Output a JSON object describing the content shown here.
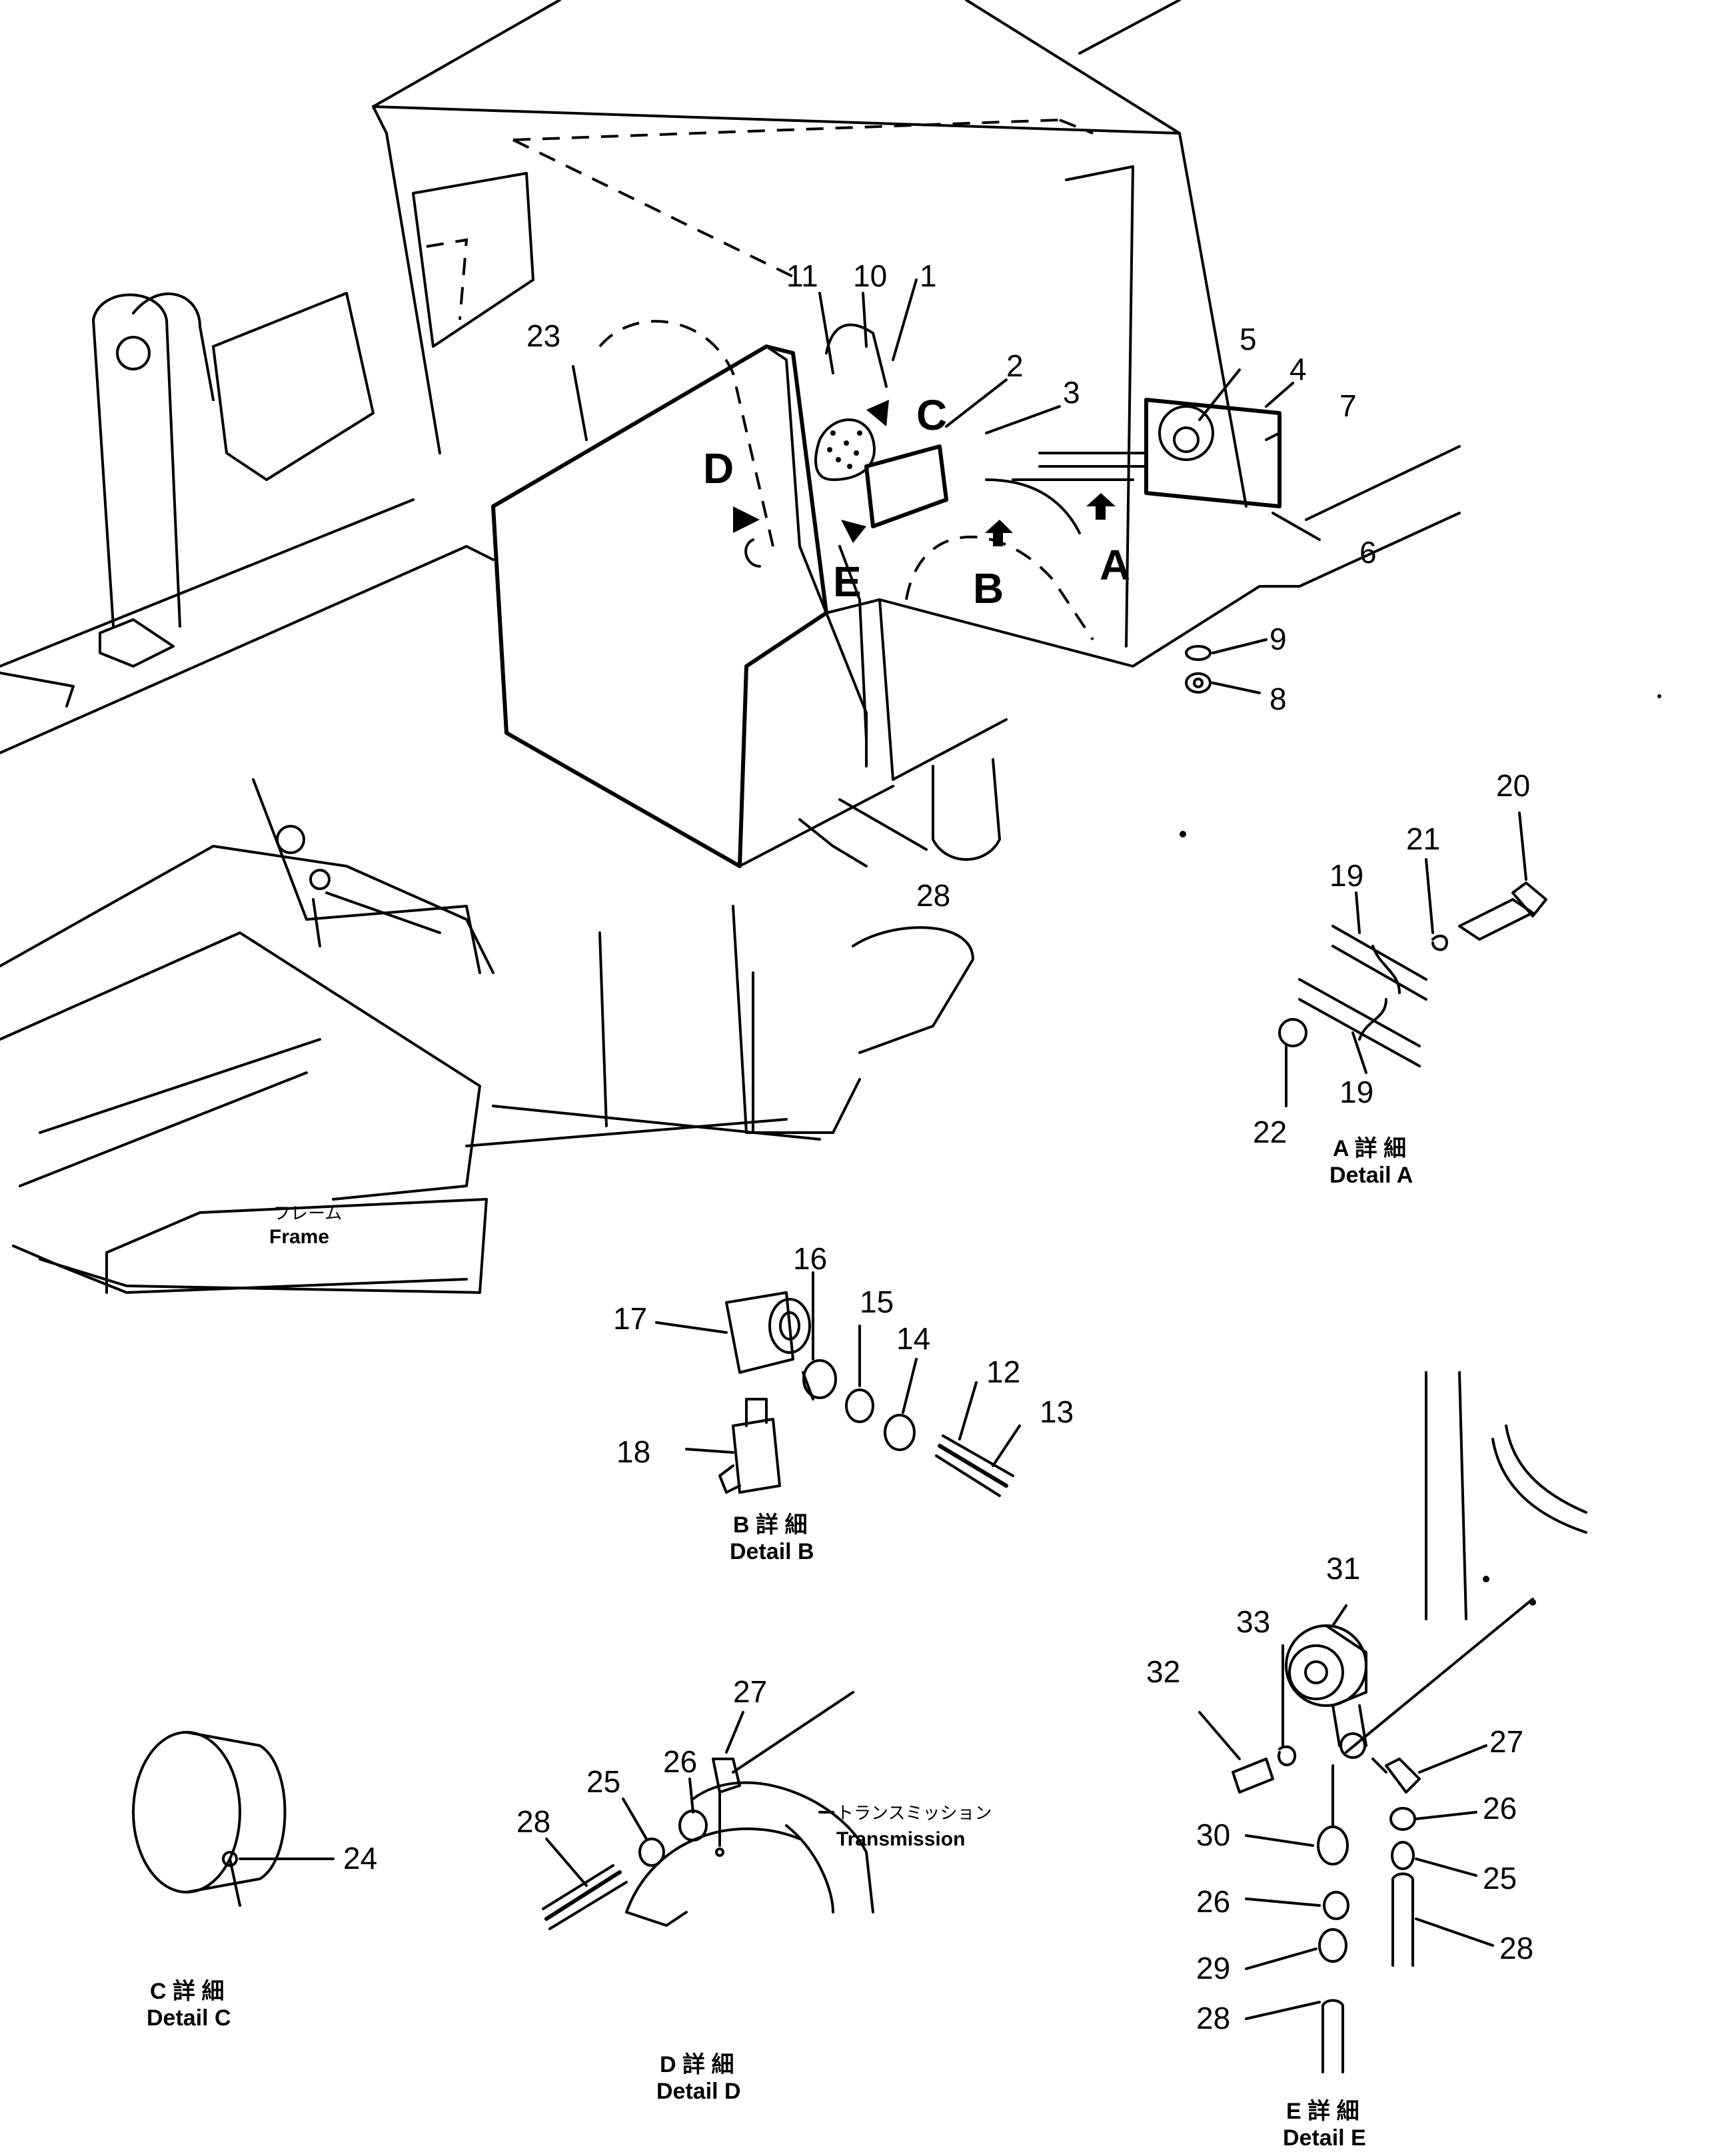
{
  "callouts": {
    "c1": "1",
    "c2": "2",
    "c3": "3",
    "c4": "4",
    "c5": "5",
    "c6": "6",
    "c7": "7",
    "c8": "8",
    "c9": "9",
    "c10": "10",
    "c11": "11",
    "c12": "12",
    "c13": "13",
    "c14": "14",
    "c15": "15",
    "c16": "16",
    "c17": "17",
    "c18": "18",
    "c19a": "19",
    "c19b": "19",
    "c20": "20",
    "c21": "21",
    "c22": "22",
    "c23": "23",
    "c24": "24",
    "c25a": "25",
    "c25b": "25",
    "c26a": "26",
    "c26b": "26",
    "c26c": "26",
    "c27a": "27",
    "c27b": "27",
    "c28a": "28",
    "c28b": "28",
    "c28c": "28",
    "c28d": "28",
    "c29": "29",
    "c30": "30",
    "c31": "31",
    "c32": "32",
    "c33": "33"
  },
  "view_markers": {
    "A": "A",
    "B": "B",
    "C": "C",
    "D": "D",
    "E": "E"
  },
  "labels": {
    "frame_jp": "フレーム",
    "frame_en": "Frame",
    "transmission_jp": "トランスミッション",
    "transmission_en": "Transmission"
  },
  "details": {
    "A": {
      "jp": "A 詳 細",
      "en": "Detail  A"
    },
    "B": {
      "jp": "B 詳 細",
      "en": "Detail  B"
    },
    "C": {
      "jp": "C 詳 細",
      "en": "Detail  C"
    },
    "D": {
      "jp": "D 詳 細",
      "en": "Detail  D"
    },
    "E": {
      "jp": "E 詳 細",
      "en": "Detail  E"
    }
  }
}
